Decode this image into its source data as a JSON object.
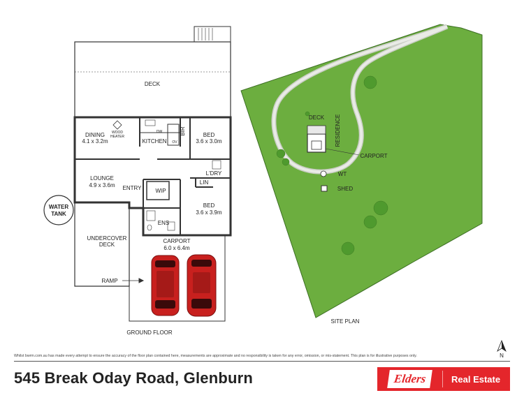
{
  "floor_plan": {
    "title": "GROUND FLOOR",
    "rooms": {
      "deck": "DECK",
      "dining": "DINING",
      "dining_size": "4.1 x 3.2m",
      "wood_heater_1": "WOOD",
      "wood_heater_2": "HEATER",
      "kitchen": "KITCHEN",
      "dw": "DW",
      "ov": "OV",
      "bir": "BIR",
      "bed1": "BED",
      "bed1_size": "3.6 x 3.0m",
      "lounge": "LOUNGE",
      "lounge_size": "4.9 x 3.6m",
      "entry": "ENTRY",
      "wip": "WIP",
      "ldry": "L'DRY",
      "lin": "LIN",
      "bed2": "BED",
      "bed2_size": "3.6 x 3.9m",
      "ens": "ENS",
      "water_tank_1": "WATER",
      "water_tank_2": "TANK",
      "undercover_1": "UNDERCOVER",
      "undercover_2": "DECK",
      "carport": "CARPORT",
      "carport_size": "6.0 x 6.4m",
      "ramp": "RAMP"
    }
  },
  "site_plan": {
    "title": "SITE PLAN",
    "labels": {
      "deck": "DECK",
      "residence": "RESIDENCE",
      "carport": "CARPORT",
      "wt": "WT",
      "shed": "SHED"
    },
    "north": "N",
    "colors": {
      "lawn": "#6cae3f",
      "tree": "#4f9a2e"
    }
  },
  "footer": {
    "disclaimer": "Whilst bwrm.com.au has made every attempt to ensure the accuracy of the floor plan contained here, measurements are approximate and no responsibility is taken for any error, omission, or mis-statement. This plan is for illustrative purposes only.",
    "address": "545 Break Oday Road, Glenburn",
    "brand_logo": "Elders",
    "brand_text": "Real Estate",
    "brand_color": "#e4262b"
  }
}
